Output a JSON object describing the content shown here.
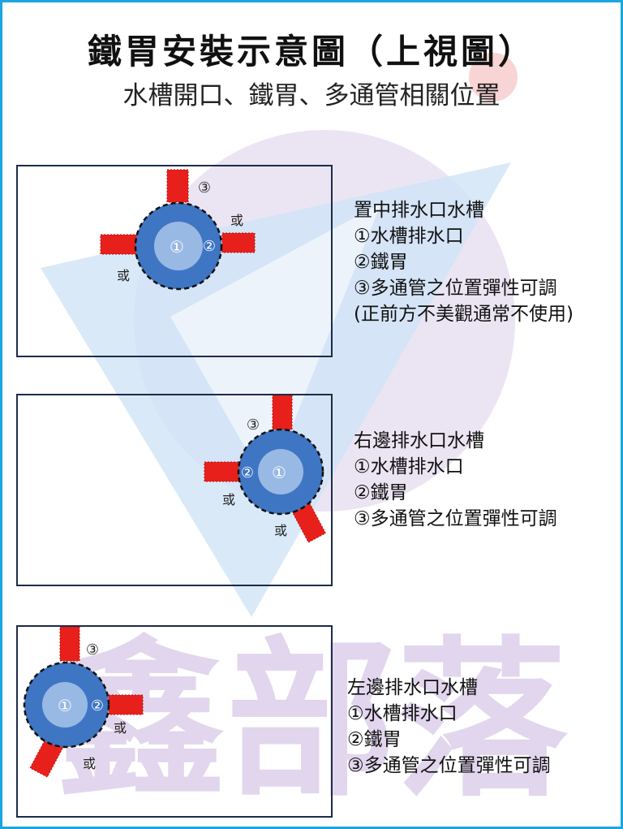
{
  "title": "鐵胃安裝示意圖（上視圖）",
  "subtitle": "水槽開口、鐵胃、多通管相關位置",
  "watermark": {
    "text": "鑫部落",
    "color": "#d9cdea",
    "logo_color": "#cfe0f4"
  },
  "colors": {
    "border": "#1aa6df",
    "panel_border": "#1d2b4a",
    "drain_outer": "#3f76c3",
    "drain_inner": "#a9c6eb",
    "pipe": "#e8201c"
  },
  "labels": {
    "one": "①",
    "two": "②",
    "three": "③",
    "or": "或"
  },
  "panels": [
    {
      "heading": "置中排水口水槽",
      "lines": [
        "①水槽排水口",
        "②鐵胃",
        "③多通管之位置彈性可調",
        "(正前方不美觀通常不使用)"
      ]
    },
    {
      "heading": "右邊排水口水槽",
      "lines": [
        "①水槽排水口",
        "②鐵胃",
        "③多通管之位置彈性可調"
      ]
    },
    {
      "heading": "左邊排水口水槽",
      "lines": [
        "①水槽排水口",
        "②鐵胃",
        "③多通管之位置彈性可調"
      ]
    }
  ]
}
